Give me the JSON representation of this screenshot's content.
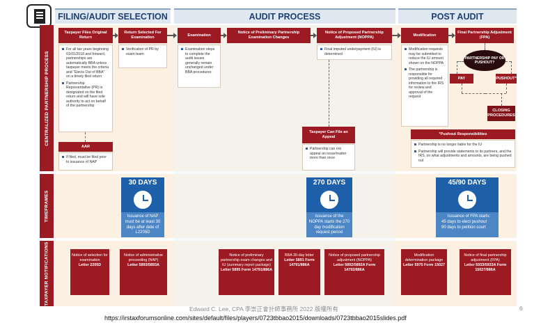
{
  "sections": {
    "filing": "FILING/AUDIT SELECTION",
    "audit": "AUDIT PROCESS",
    "post": "POST AUDIT"
  },
  "row_labels": {
    "process": "CENTRALIZED PARTNERSHIP PROCESS",
    "timeframes": "TIMEFRAMES",
    "notifications": "TAXPAYER NOTIFICATIONS"
  },
  "process": {
    "original_return": "Taxpayer Files Original Return",
    "original_return_bullets": [
      "For all tax years beginning 01/01/2018 and forward, partnerships are automatically BBA unless taxpayer meets the criteria and \"Elects Out of BBA\" on a timely filed return",
      "Partnership Representative (PR) is designated on the filed return and will have sole authority to act on behalf of the partnership"
    ],
    "return_selected": "Return Selected For Examination",
    "return_selected_bullets": [
      "Verification of PR by exam team"
    ],
    "examination": "Examination",
    "examination_bullets": [
      "Examination steps to complete the audit issues generally remain unchanged under BBA procedures"
    ],
    "nopi": "Notice of Preliminary Partnership Examination Changes",
    "noppa": "Notice of Proposed Partnership Adjustment (NOPPA)",
    "noppa_bullets": [
      "Final imputed underpayment (IU) is determined"
    ],
    "modification": "Modification",
    "modification_bullets": [
      "Modification requests may be submitted to reduce the IU amount shown on the NOPPA",
      "The partnership is responsible for providing all required information to the IRS for review and approval of the request"
    ],
    "fpa": "Final Partnership Adjustment (FPA)",
    "pay_or_pushout": "PARTNERSHIP PAY OR PUSHOUT?",
    "pay": "PAY",
    "pushout": "PUSHOUT*",
    "closing": "CLOSING PROCEDURES",
    "aar": "AAR",
    "aar_bullets": [
      "If filed, must be filed prior to issuance of NAP"
    ],
    "appeal": "Taxpayer Can File an Appeal",
    "appeal_bullets": [
      "Partnership can not appeal an issue/matter more than once"
    ],
    "pushout_resp": "*Pushout Responsibilities",
    "pushout_resp_bullets": [
      "Partnership is no longer liable for the IU",
      "Partnership will provide statements to its partners, and the IRS, on what adjustments and amounts, are being pushed out"
    ]
  },
  "timeframes": [
    {
      "title": "30 DAYS",
      "desc": "Issuance of NAP must be at least 30 days after date of L2205D"
    },
    {
      "title": "270 DAYS",
      "desc": "Issuance of the NOPPA starts the 270 day modification request period"
    },
    {
      "title": "45/90 DAYS",
      "desc": "Issuance of FPA starts:",
      "bullets": [
        "45 days to elect pushout",
        "90 days to petition court"
      ]
    }
  ],
  "notifications": [
    {
      "text": "Notice of selection for examination",
      "bold": "Letter 2205D"
    },
    {
      "text": "Notice of administrative proceeding (NAP)",
      "bold": "Letter 5893/5893A"
    },
    {
      "text": "Notice of preliminary partnership exam changes and IU (summary report package)",
      "bold": "Letter 5895 Form 14791/886A"
    },
    {
      "text": "BBA 30-day letter",
      "bold": "Letter 5891 Form 14791/886A"
    },
    {
      "text": "Notice of proposed partnership adjustment (NOPPA)",
      "bold": "Letter 5892/5892A Form 14792/886A"
    },
    {
      "text": "Modification determination package",
      "bold": "Letter 5975 Form 15027"
    },
    {
      "text": "Notice of final partnership adjustment (FPA)",
      "bold": "Letter 5933/5933A Form 15027/886A"
    }
  ],
  "footer": "Edward C. Lee, CPA 李崇正會計師事務所 2022 版權所有",
  "page_number": "6",
  "url": "https://irstaxforumsonline.com/sites/default/files/players/0723tbbao2015/downloads/0723tbbao2015slides.pdf"
}
